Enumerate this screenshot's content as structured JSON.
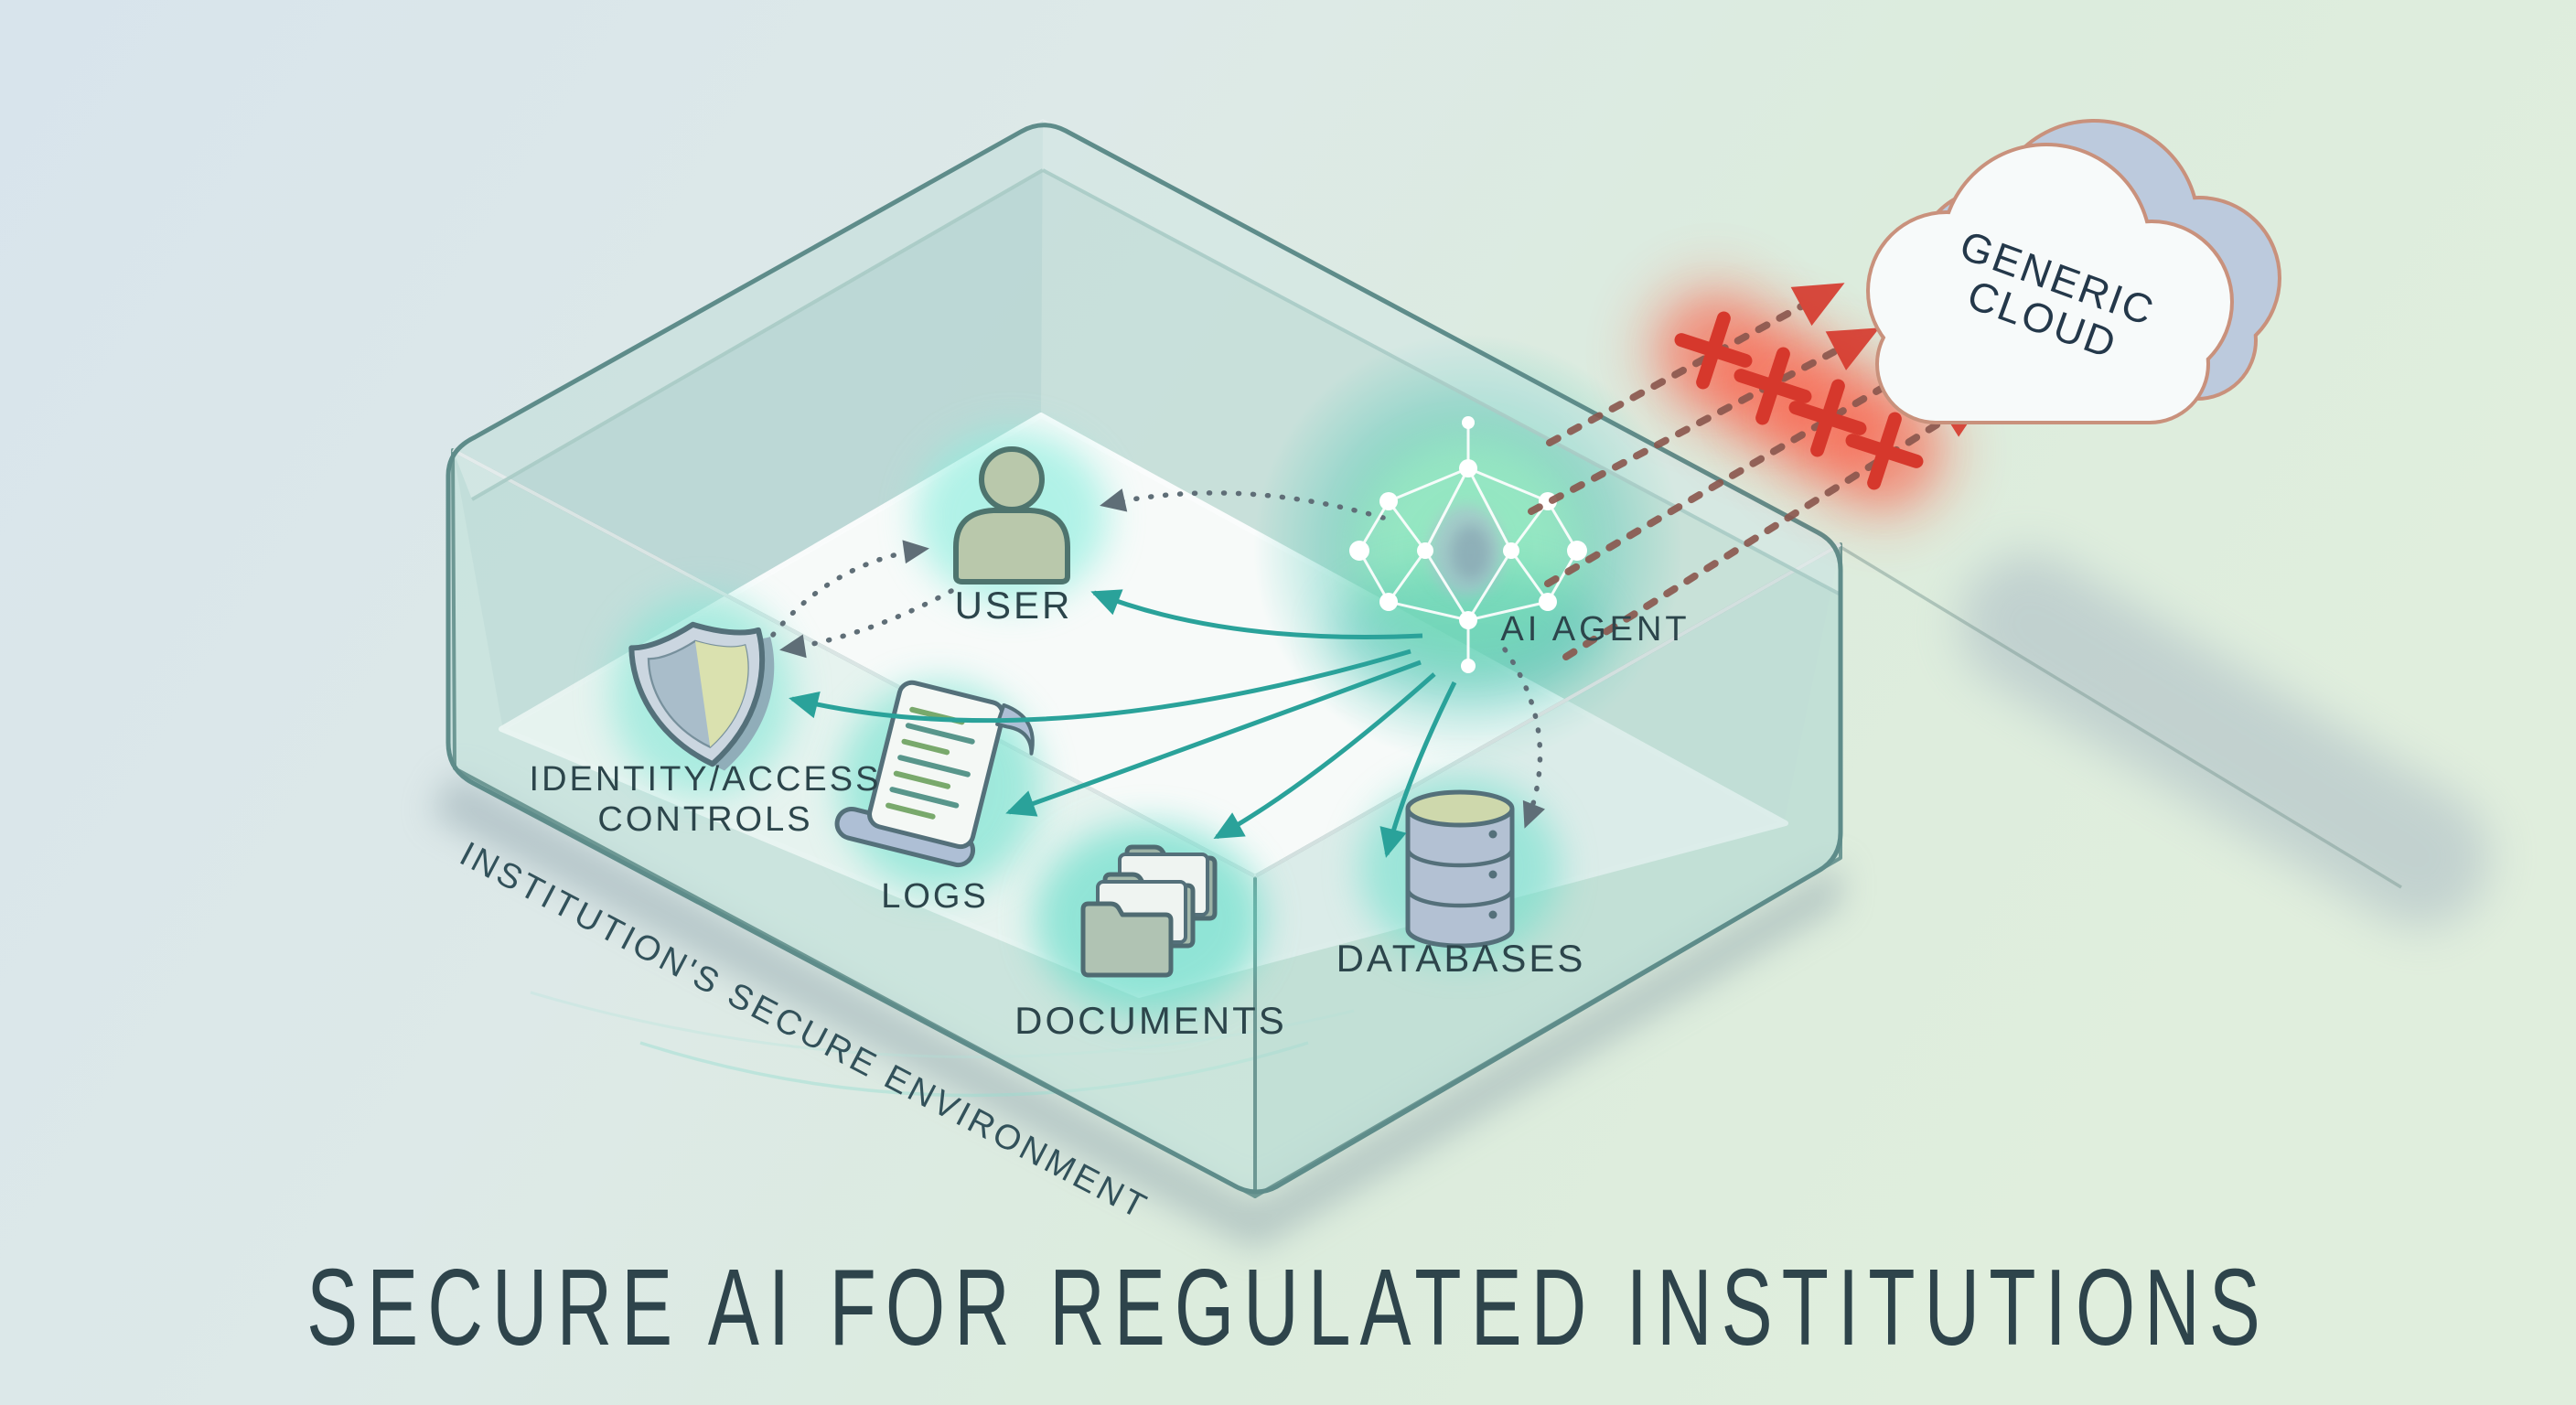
{
  "title": "SECURE AI FOR REGULATED INSTITUTIONS",
  "box": {
    "label": "INSTITUTION'S SECURE ENVIRONMENT"
  },
  "cloud": {
    "line1": "GENERIC",
    "line2": "CLOUD"
  },
  "nodes": {
    "user": "USER",
    "identity_line1": "IDENTITY/ACCESS",
    "identity_line2": "CONTROLS",
    "logs": "LOGS",
    "documents": "DOCUMENTS",
    "databases": "DATABASES",
    "ai_agent": "AI AGENT"
  },
  "icons": [
    "user-icon",
    "shield-icon",
    "scroll-icon",
    "folders-icon",
    "database-icon",
    "ai-network-icon",
    "cloud-icon",
    "x-mark-icon",
    "arrowhead-icon"
  ],
  "colors": {
    "accent_teal": "#2aa29a",
    "glow_green": "#55cfa6",
    "glow_cyan": "#6fe2cf",
    "alert_red": "#d6382c",
    "blocked_line": "#8a564d",
    "cloud_outline": "#c9917c",
    "cloud_side": "#bccadd",
    "glass_stroke": "#5e8c8a",
    "label_text": "#2c454b",
    "background_left": "#d8e4ec",
    "background_right": "#dceadb"
  }
}
